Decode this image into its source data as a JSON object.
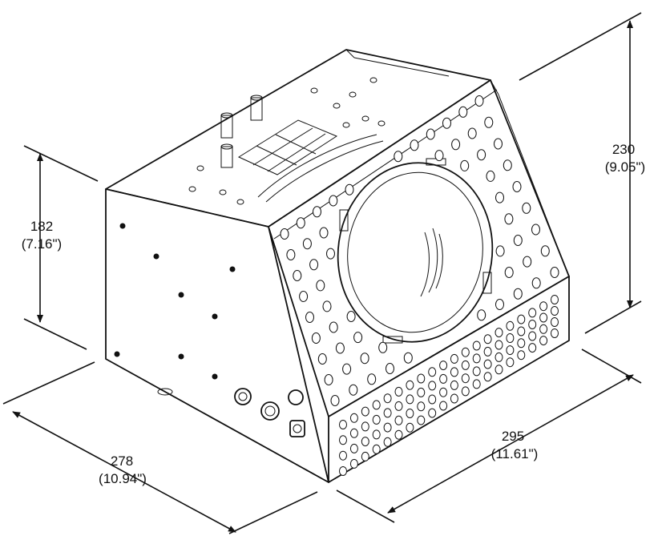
{
  "dimensions": {
    "height_front": {
      "mm": "182",
      "in": "(7.16\")"
    },
    "height_rear": {
      "mm": "230",
      "in": "(9.05\")"
    },
    "depth": {
      "mm": "278",
      "in": "(10.94\")"
    },
    "width": {
      "mm": "295",
      "in": "(11.61\")"
    }
  },
  "colors": {
    "line": "#111111",
    "face_light": "#ffffff",
    "face_shade": "#f4f4f4"
  }
}
